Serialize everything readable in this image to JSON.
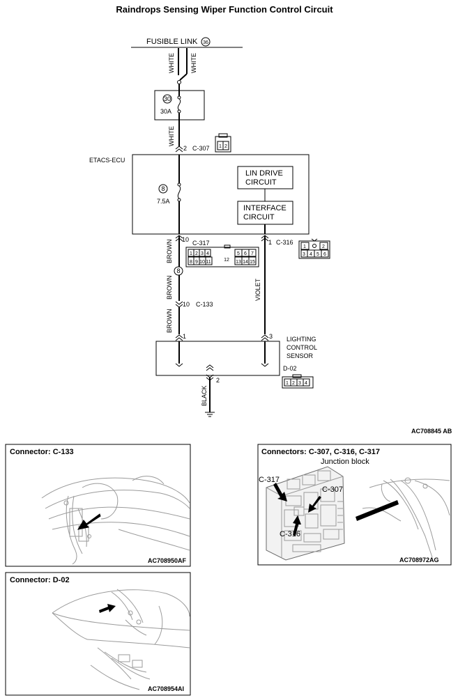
{
  "title": "Raindrops Sensing Wiper Function Control Circuit",
  "fusible_link": {
    "label": "FUSIBLE LINK",
    "number": "36"
  },
  "wire_colors": {
    "white": "WHITE",
    "brown": "BROWN",
    "violet": "VIOLET",
    "black": "BLACK"
  },
  "fuse_30": {
    "number": "30",
    "rating": "30A"
  },
  "fuse_8": {
    "number": "8",
    "rating": "7.5A"
  },
  "splice_8": "8",
  "etacs": {
    "label": "ETACS-ECU",
    "lin_drive": [
      "LIN DRIVE",
      "CIRCUIT"
    ],
    "interface": [
      "INTERFACE",
      "CIRCUIT"
    ]
  },
  "connectors": {
    "c307": {
      "pin": "2",
      "name": "C-307",
      "pins": [
        "1",
        "2"
      ]
    },
    "c317": {
      "pin": "10",
      "name": "C-317",
      "top_row": [
        "1",
        "2",
        "3",
        "4",
        "5",
        "6",
        "7"
      ],
      "middle": "12",
      "bottom_row": [
        "8",
        "9",
        "10",
        "11",
        "13",
        "14",
        "15"
      ]
    },
    "c316": {
      "pin": "1",
      "name": "C-316",
      "top_row": [
        "1",
        "2"
      ],
      "bottom_row": [
        "3",
        "4",
        "5",
        "6"
      ]
    },
    "c133": {
      "pin": "10",
      "name": "C-133"
    },
    "d02": {
      "name": "D-02",
      "pins": [
        "1",
        "2",
        "3",
        "4"
      ],
      "pin_left": "1",
      "pin_right": "3",
      "pin_ground": "2"
    }
  },
  "sensor": [
    "LIGHTING",
    "CONTROL",
    "SENSOR"
  ],
  "codes": {
    "main": "AC708845 AB",
    "c133": "AC708950AF",
    "junction": "AC708972AG",
    "d02": "AC708954AI"
  },
  "panels": {
    "c133": {
      "title": "Connector: C-133"
    },
    "junction": {
      "title": "Connectors: C-307, C-316, C-317",
      "subtitle": "Junction block",
      "labels": [
        "C-317",
        "C-307",
        "C-316"
      ]
    },
    "d02": {
      "title": "Connector: D-02"
    }
  }
}
